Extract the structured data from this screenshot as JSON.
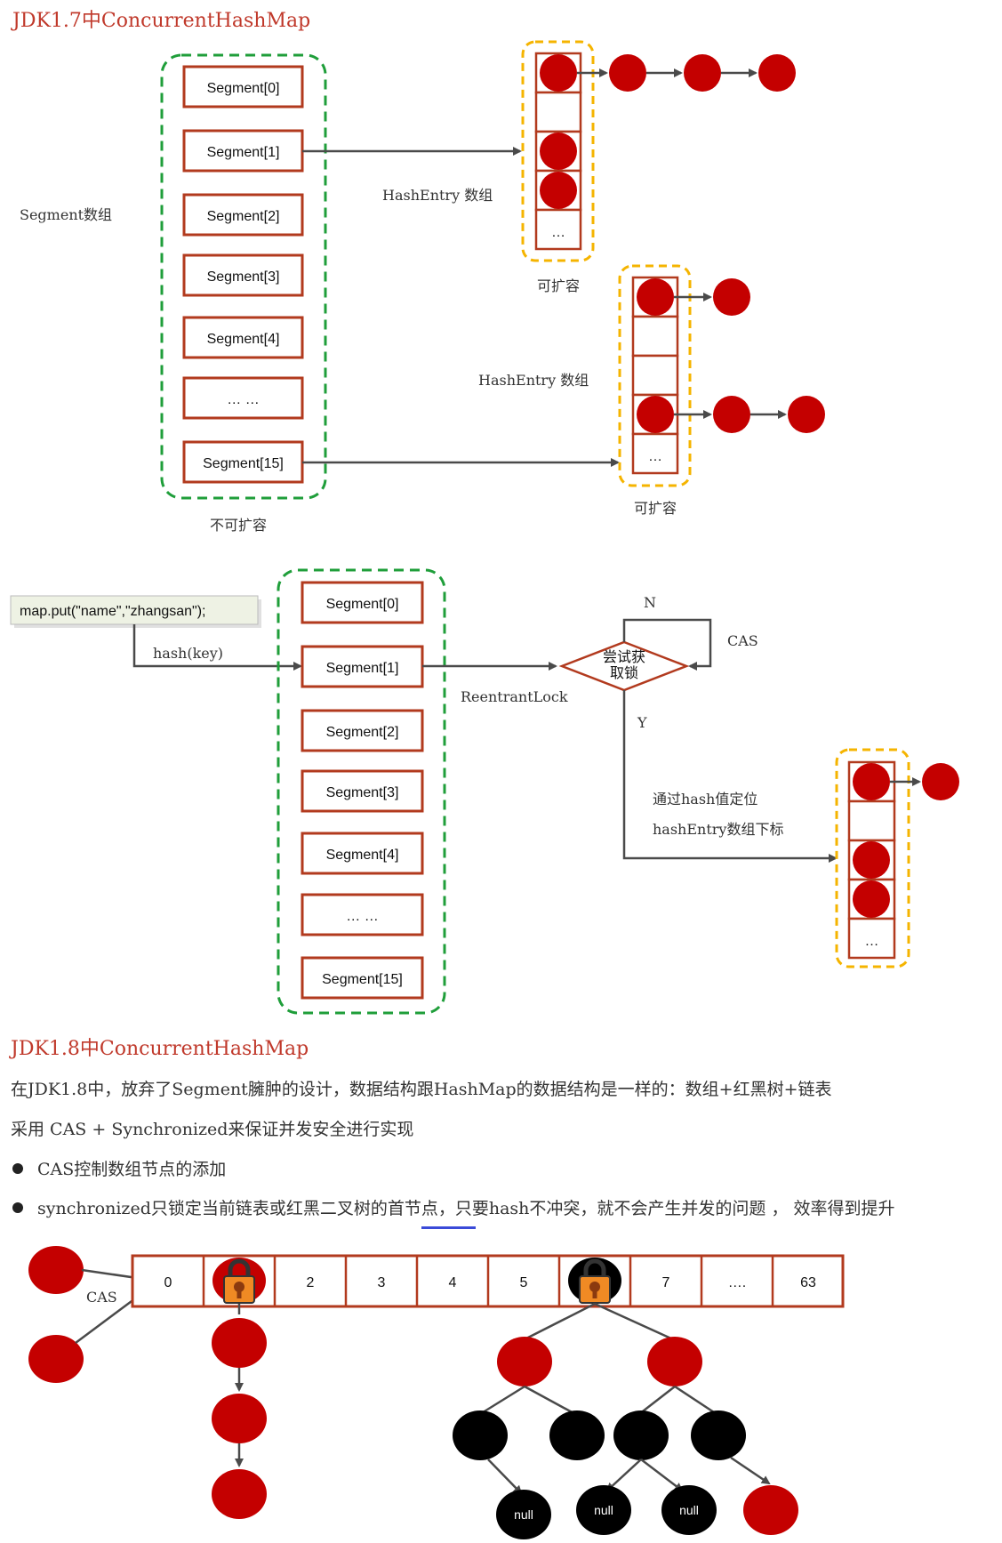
{
  "section1": {
    "title": "JDK1.7中ConcurrentHashMap",
    "segment_array_label": "Segment数组",
    "segments": [
      "Segment[0]",
      "Segment[1]",
      "Segment[2]",
      "Segment[3]",
      "Segment[4]",
      "… …",
      "Segment[15]"
    ],
    "not_expandable_label": "不可扩容",
    "hashentry_label": "HashEntry 数组",
    "expandable_label": "可扩容",
    "cell_ellipsis": "…"
  },
  "section2": {
    "code_label": "map.put(\"name\",\"zhangsan\");",
    "hash_label": "hash(key)",
    "segments": [
      "Segment[0]",
      "Segment[1]",
      "Segment[2]",
      "Segment[3]",
      "Segment[4]",
      "… …",
      "Segment[15]"
    ],
    "reentrant_label": "ReentrantLock",
    "diamond_label_line1": "尝试获",
    "diamond_label_line2": "取锁",
    "n_label": "N",
    "cas_label": "CAS",
    "y_label": "Y",
    "locate_line1": "通过hash值定位",
    "locate_line2": "hashEntry数组下标",
    "cell_ellipsis": "…"
  },
  "section3": {
    "title": "JDK1.8中ConcurrentHashMap",
    "para1": "在JDK1.8中，放弃了Segment臃肿的设计，数据结构跟HashMap的数据结构是一样的：数组+红黑树+链表",
    "para2": "采用 CAS + Synchronized来保证并发安全进行实现",
    "bullet1": "CAS控制数组节点的添加",
    "bullet2": "synchronized只锁定当前链表或红黑二叉树的首节点，只要hash不冲突，就不会产生并发的问题 ， 效率得到提升",
    "cas_label": "CAS",
    "array_cells": [
      "0",
      "",
      "2",
      "3",
      "4",
      "5",
      "",
      "7",
      "….",
      "63"
    ],
    "null_label": "null"
  },
  "colors": {
    "accent_red": "#c40000",
    "border_red": "#b23a1e",
    "green_dash": "#1f9e3a",
    "yellow_dash": "#f5b400",
    "title_red": "#c0392b",
    "underline_blue": "#3a4ad8",
    "lock_orange": "#f08a24"
  }
}
